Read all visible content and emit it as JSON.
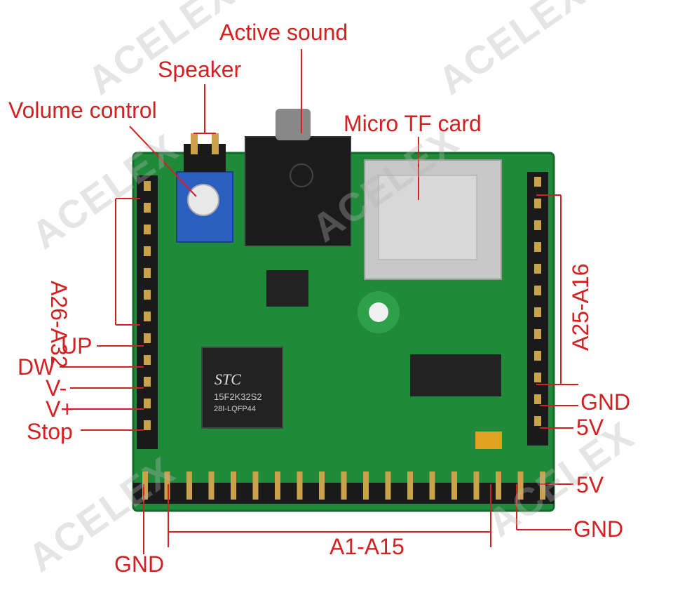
{
  "labels": {
    "active_sound": "Active sound",
    "speaker": "Speaker",
    "volume_control": "Volume control",
    "micro_tf_card": "Micro TF card",
    "a26_a32": "A26-A32",
    "up": "UP",
    "dw": "DW",
    "v_minus": "V-",
    "v_plus": "V+",
    "stop": "Stop",
    "a25_a16": "A25-A16",
    "gnd_right": "GND",
    "five_v_right": "5V",
    "five_v_bottom": "5V",
    "gnd_bottom_right": "GND",
    "a1_a15": "A1-A15",
    "gnd_bottom_left": "GND"
  },
  "watermark_text": "ACELEX",
  "chip_text": {
    "brand": "STC",
    "model": "15F2K32S2",
    "package": "28I-LQFP44"
  },
  "colors": {
    "annotation": "#d42020",
    "pcb": "#1f8a3a",
    "pcb_dark": "#146a2a",
    "header": "#1a1a1a",
    "pin": "#c9a24a"
  }
}
